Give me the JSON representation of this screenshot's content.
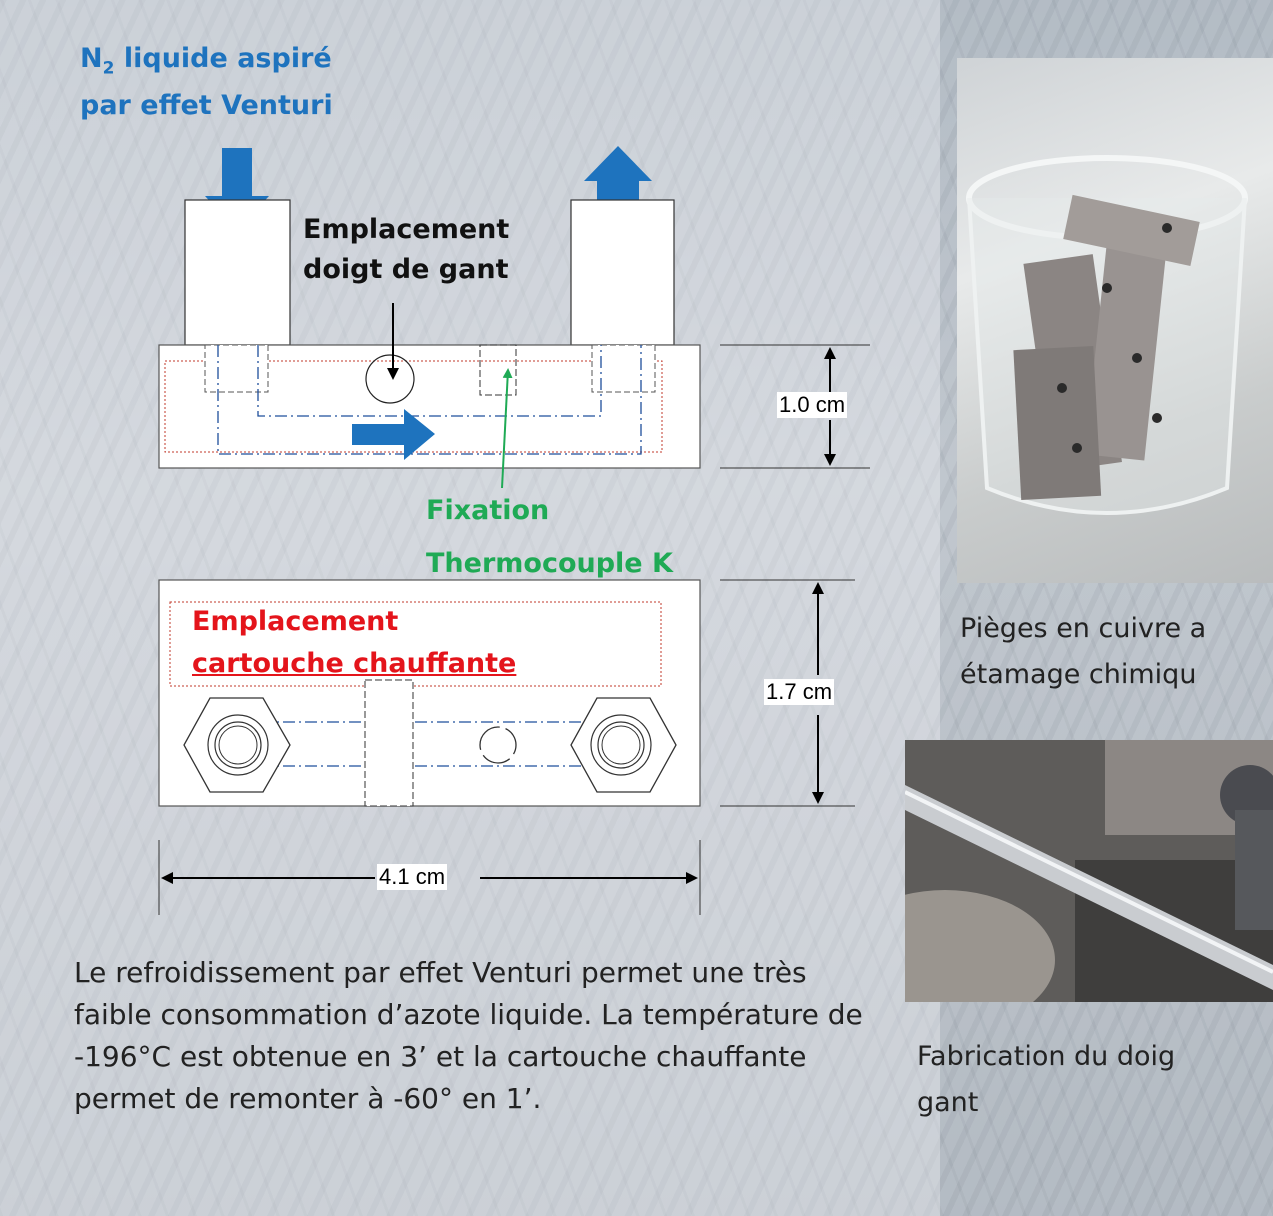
{
  "title": {
    "pre": "N",
    "sub": "2",
    "line1_rest": " liquide aspiré",
    "line2": "par effet Venturi"
  },
  "labels": {
    "doigt_line1": "Emplacement",
    "doigt_line2": "doigt de gant",
    "fix_line1": "Fixation",
    "fix_line2": "Thermocouple K",
    "cart_line1": "Emplacement",
    "cart_line2": "cartouche chauffante"
  },
  "dimensions": {
    "height_top": "1.0 cm",
    "height_bottom": "1.7 cm",
    "width": "4.1 cm"
  },
  "description": "Le refroidissement par effet Venturi permet une très faible consommation d’azote liquide. La température de -196°C est obtenue en 3’ et la cartouche chauffante permet de remonter à -60° en 1’.",
  "captions": {
    "photo1_line1": "Pièges en cuivre a",
    "photo1_line2": "étamage chimiqu",
    "photo2_line1": "Fabrication du doig",
    "photo2_line2": "gant"
  },
  "colors": {
    "arrow": "#1e73be",
    "green": "#1faa55",
    "red": "#e4141b",
    "dashed_blue": "#1e4f9c"
  }
}
